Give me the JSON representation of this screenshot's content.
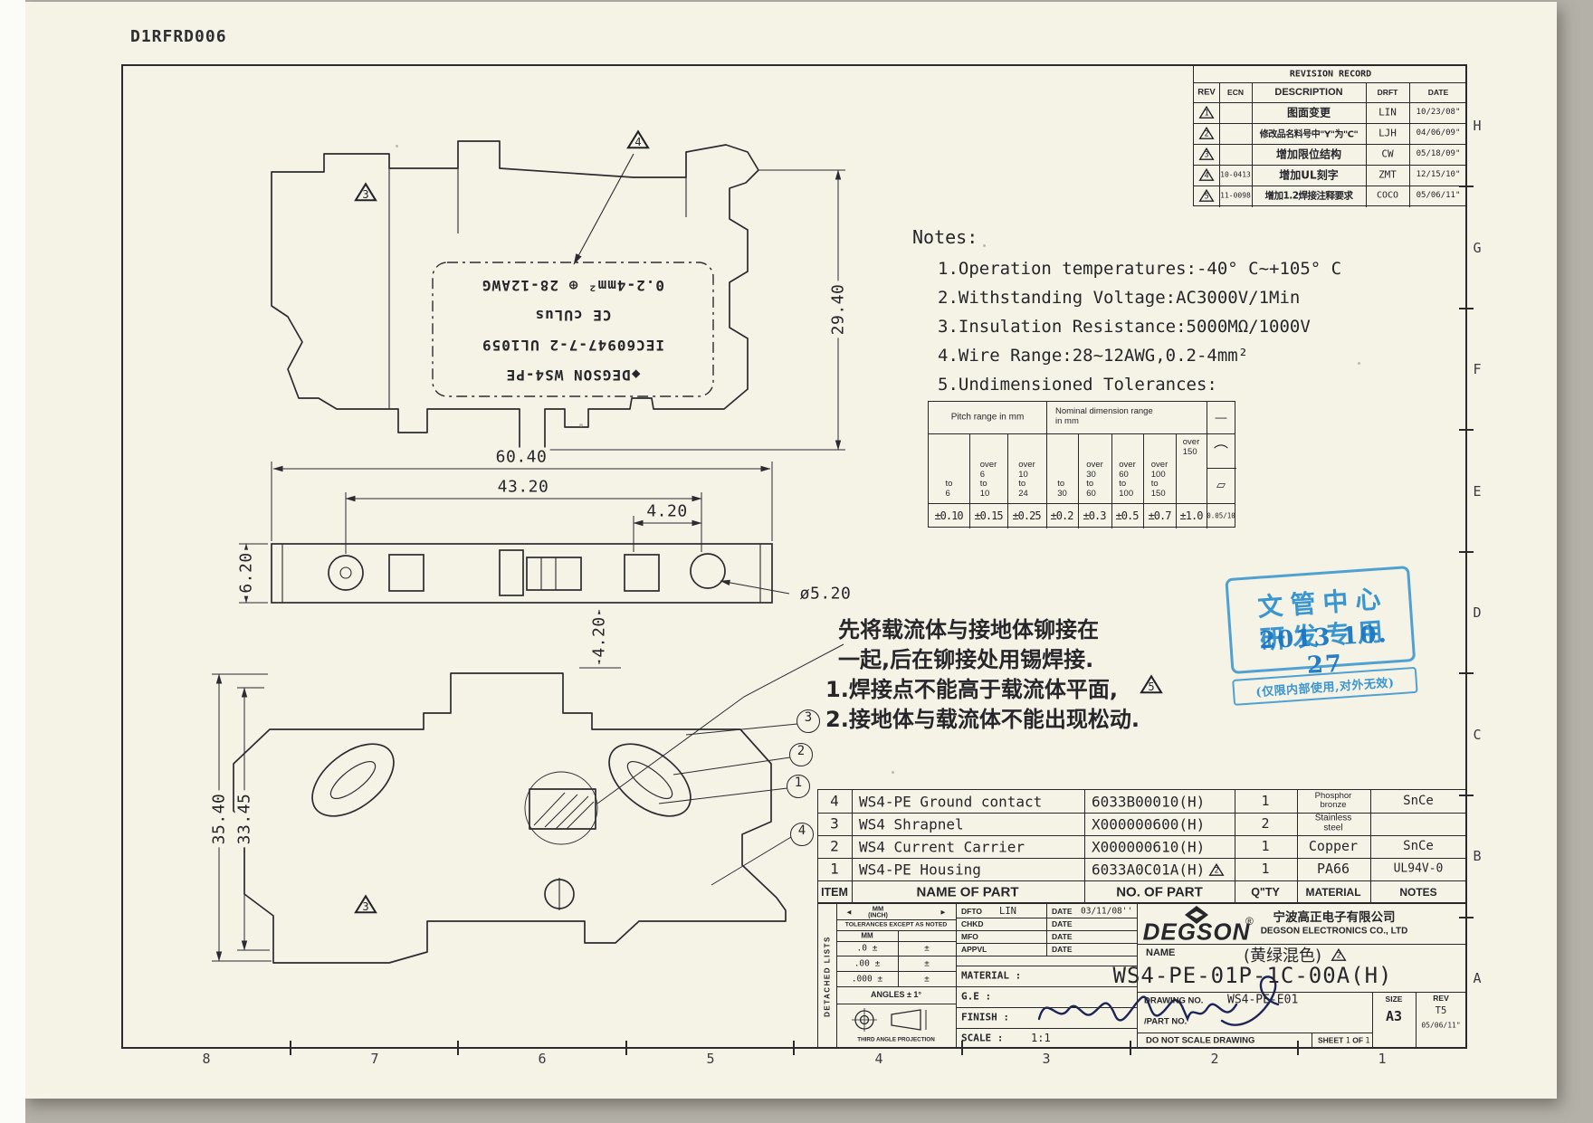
{
  "doc_id": "D1RFRD006",
  "grid": {
    "letters": [
      "H",
      "G",
      "F",
      "E",
      "D",
      "C",
      "B",
      "A"
    ],
    "numbers": [
      "8",
      "7",
      "6",
      "5",
      "4",
      "3",
      "2",
      "1"
    ]
  },
  "revision_table": {
    "title": "REVISION RECORD",
    "headers": {
      "rev": "REV",
      "ecn": "ECN",
      "description": "DESCRIPTION",
      "drft": "DRFT",
      "date": "DATE"
    },
    "rows": [
      {
        "rev": "1",
        "ecn": "",
        "description": "图面变更",
        "drft": "LIN",
        "date": "10/23/08\""
      },
      {
        "rev": "2",
        "ecn": "",
        "description": "修改品名料号中\"Y\"为\"C\"",
        "drft": "LJH",
        "date": "04/06/09\""
      },
      {
        "rev": "3",
        "ecn": "",
        "description": "增加限位结构",
        "drft": "CW",
        "date": "05/18/09\""
      },
      {
        "rev": "4",
        "ecn": "10-0413",
        "description": "增加UL刻字",
        "drft": "ZMT",
        "date": "12/15/10\""
      },
      {
        "rev": "5",
        "ecn": "11-0098",
        "description": "增加1.2焊接注释要求",
        "drft": "COCO",
        "date": "05/06/11\""
      }
    ]
  },
  "notes": {
    "title": "Notes:",
    "items": [
      "1.Operation temperatures:-40° C~+105° C",
      "2.Withstanding Voltage:AC3000V/1Min",
      "3.Insulation Resistance:5000MΩ/1000V",
      "4.Wire Range:28~12AWG,0.2-4mm²",
      "5.Undimensioned Tolerances:"
    ]
  },
  "tolerance_table": {
    "pitch_header": "Pitch range in mm",
    "nominal_header": "Nominal dimension range\nin mm",
    "ranges": [
      "to\n6",
      "over\n6\nto\n10",
      "over\n10\nto\n24",
      "to\n30",
      "over\n30\nto\n60",
      "over\n60\nto\n100",
      "over\n100\nto\n150",
      "over\n150"
    ],
    "values": [
      "±0.10",
      "±0.15",
      "±0.25",
      "±0.2",
      "±0.3",
      "±0.5",
      "±0.7",
      "±1.0"
    ],
    "flatness": "0.05/10",
    "symbols": {
      "line": "—",
      "arc": "⌒",
      "parallelogram": "▱"
    }
  },
  "product_label": {
    "lines": [
      "◆DEGSON   WS4-PE",
      "IEC60947-7-2   UL1059",
      "CE       cULus",
      "0.2-4mm²  ⊕  28-12AWG"
    ]
  },
  "dimensions": {
    "side_height": "29.40",
    "overall_width": "60.40",
    "pitch": "43.20",
    "tab_offset": "4.20",
    "strip_height": "6.20",
    "center_offset": "4.20",
    "hole_dia": "ø5.20",
    "front_height": "35.40",
    "front_inner": "33.45"
  },
  "drawing_revs": {
    "side_top": "4",
    "side_left": "3",
    "front": "3"
  },
  "callouts": [
    "3",
    "2",
    "1",
    "4"
  ],
  "annotations": {
    "lines": [
      "先将载流体与接地体铆接在",
      "一起,后在铆接处用锡焊接.",
      "1.焊接点不能高于载流体平面,",
      "2.接地体与载流体不能出现松动."
    ],
    "rev_ref": "5"
  },
  "stamp": {
    "line1": "文管中心",
    "line2": "研发专用",
    "date": "2013 10. 27",
    "footer": "(仅限内部使用,对外无效)"
  },
  "bom": {
    "headers": {
      "item": "ITEM",
      "name": "NAME OF PART",
      "no": "NO. OF PART",
      "qty": "Q\"TY",
      "material": "MATERIAL",
      "notes": "NOTES"
    },
    "rows": [
      {
        "item": "4",
        "name": "WS4-PE Ground contact",
        "no": "6033B00010(H)",
        "rev": "",
        "qty": "1",
        "material": "Phosphor\nbronze",
        "notes": "SnCe"
      },
      {
        "item": "3",
        "name": "WS4 Shrapnel",
        "no": "X000000600(H)",
        "rev": "",
        "qty": "2",
        "material": "Stainless\nsteel",
        "notes": ""
      },
      {
        "item": "2",
        "name": "WS4 Current Carrier",
        "no": "X000000610(H)",
        "rev": "",
        "qty": "1",
        "material": "Copper",
        "notes": "SnCe"
      },
      {
        "item": "1",
        "name": "WS4-PE Housing",
        "no": "6033A0C01A(H)",
        "rev": "2",
        "qty": "1",
        "material": "PA66",
        "notes": "UL94V-0"
      }
    ]
  },
  "title_block": {
    "detached": "DETACHED LISTS",
    "units_top": "MM",
    "units_bottom": "(INCH)",
    "tol_note": "TOLERANCES EXCEPT AS NOTED",
    "tol_unit": "MM",
    "tol_left": [
      ".0 ±",
      ".00 ±",
      ".000 ±"
    ],
    "tol_right": [
      "±",
      "±",
      "±"
    ],
    "angles": "ANGLES ± 1°",
    "projection": "THIRD ANGLE PROJECTION",
    "date_label": "DATE",
    "sign_rows": [
      {
        "label": "DFTO",
        "value": "LIN",
        "date": "03/11/08''"
      },
      {
        "label": "CHKD",
        "value": "",
        "date": ""
      },
      {
        "label": "MFO",
        "value": "",
        "date": ""
      },
      {
        "label": "APPVL",
        "value": "",
        "date": ""
      }
    ],
    "material_label": "MATERIAL :",
    "ge_label": "G.E :",
    "finish_label": "FINISH :",
    "scale_label": "SCALE :",
    "scale_value": "1:1",
    "brand": "DEGSON",
    "registered": "®",
    "company_cn": "宁波高正电子有限公司",
    "company_en": "DEGSON ELECTRONICS CO., LTD",
    "name_label": "NAME",
    "color_note": "(黄绿混色)",
    "color_rev": "2",
    "part_name": "WS4-PE-01P-1C-00A(H)",
    "drawing_no_label": "DRAWING NO.",
    "drawing_no": "WS4-PE-E01",
    "part_no_label": "/PART NO.",
    "do_not_scale": "DO NOT SCALE DRAWING",
    "sheet_label": "SHEET",
    "sheet_value": "1",
    "of_label": "OF",
    "of_value": "1",
    "size_label": "SIZE",
    "size_value": "A3",
    "rev_label": "REV",
    "rev_value": "T5",
    "rev_date": "05/06/11\""
  }
}
